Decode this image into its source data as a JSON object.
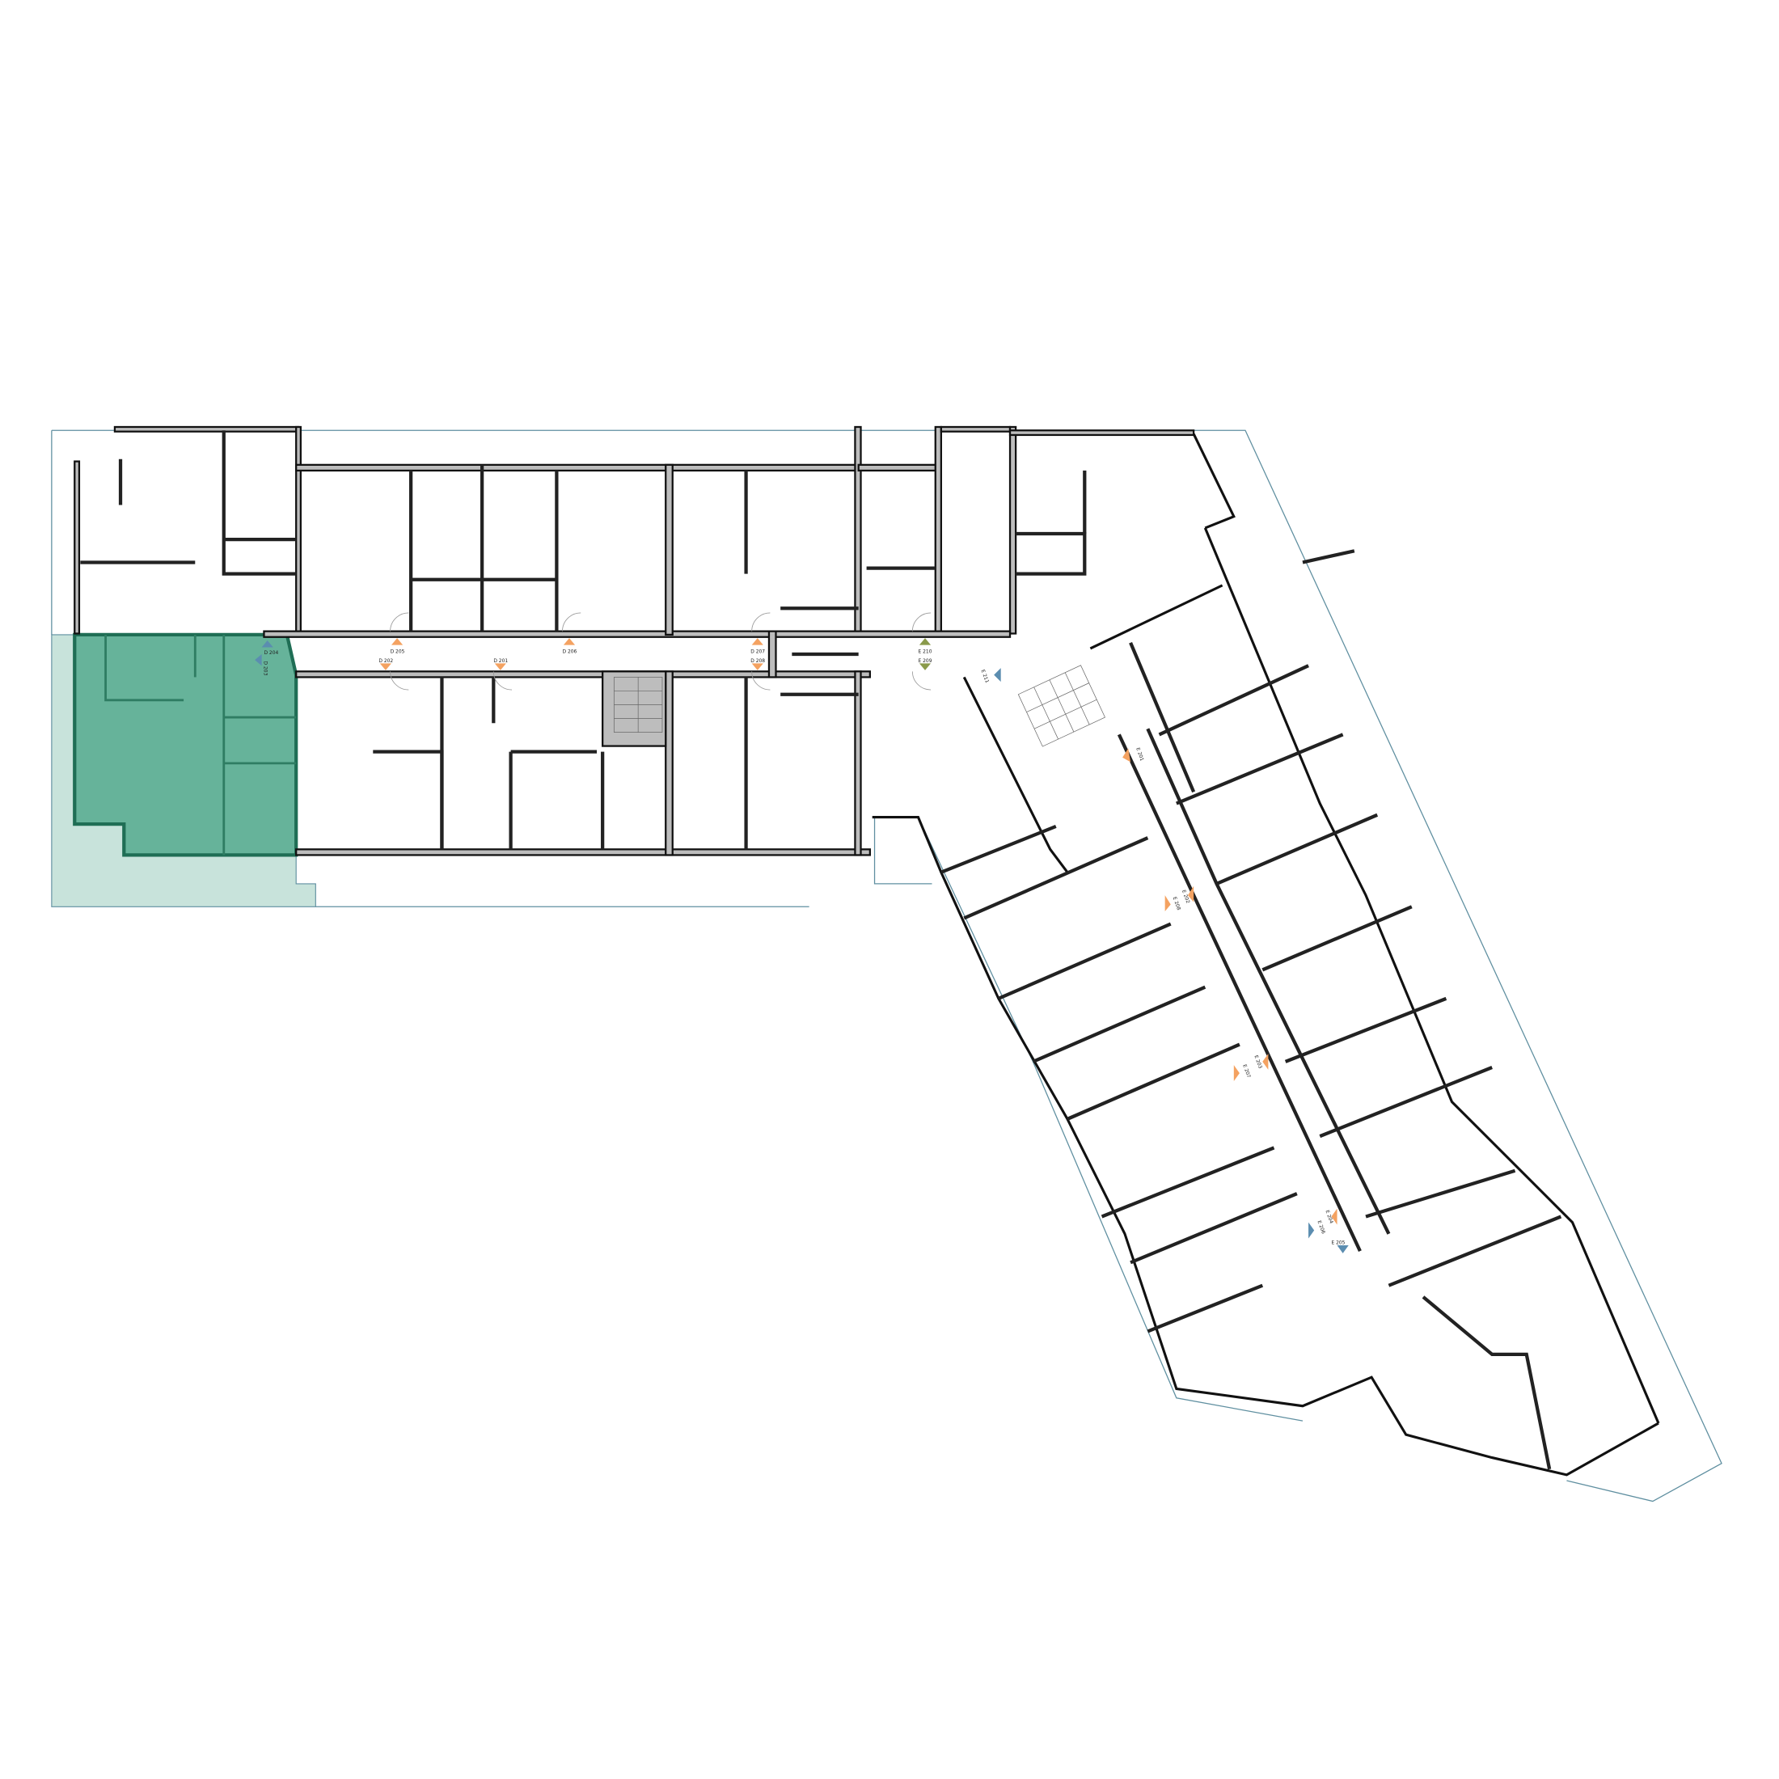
{
  "plan": {
    "highlighted_unit_color": "#66b39a",
    "terrace_color": "#c8e3db",
    "door_marker_colors": {
      "orange": "#f4a261",
      "blue": "#5b8db0",
      "green": "#8a9a4a"
    },
    "door_labels": {
      "d204": "D 204",
      "d203": "D 203",
      "d205": "D 205",
      "d206": "D 206",
      "d207": "D 207",
      "d202": "D 202",
      "d201": "D 201",
      "d208": "D 208",
      "e210": "E 210",
      "e209": "E 209",
      "e211": "E 211",
      "e201": "E 201",
      "e208": "E 208",
      "e202": "E 202",
      "e207": "E 207",
      "e203": "E 203",
      "e206": "E 206",
      "e204": "E 204",
      "e205": "E 205"
    }
  }
}
